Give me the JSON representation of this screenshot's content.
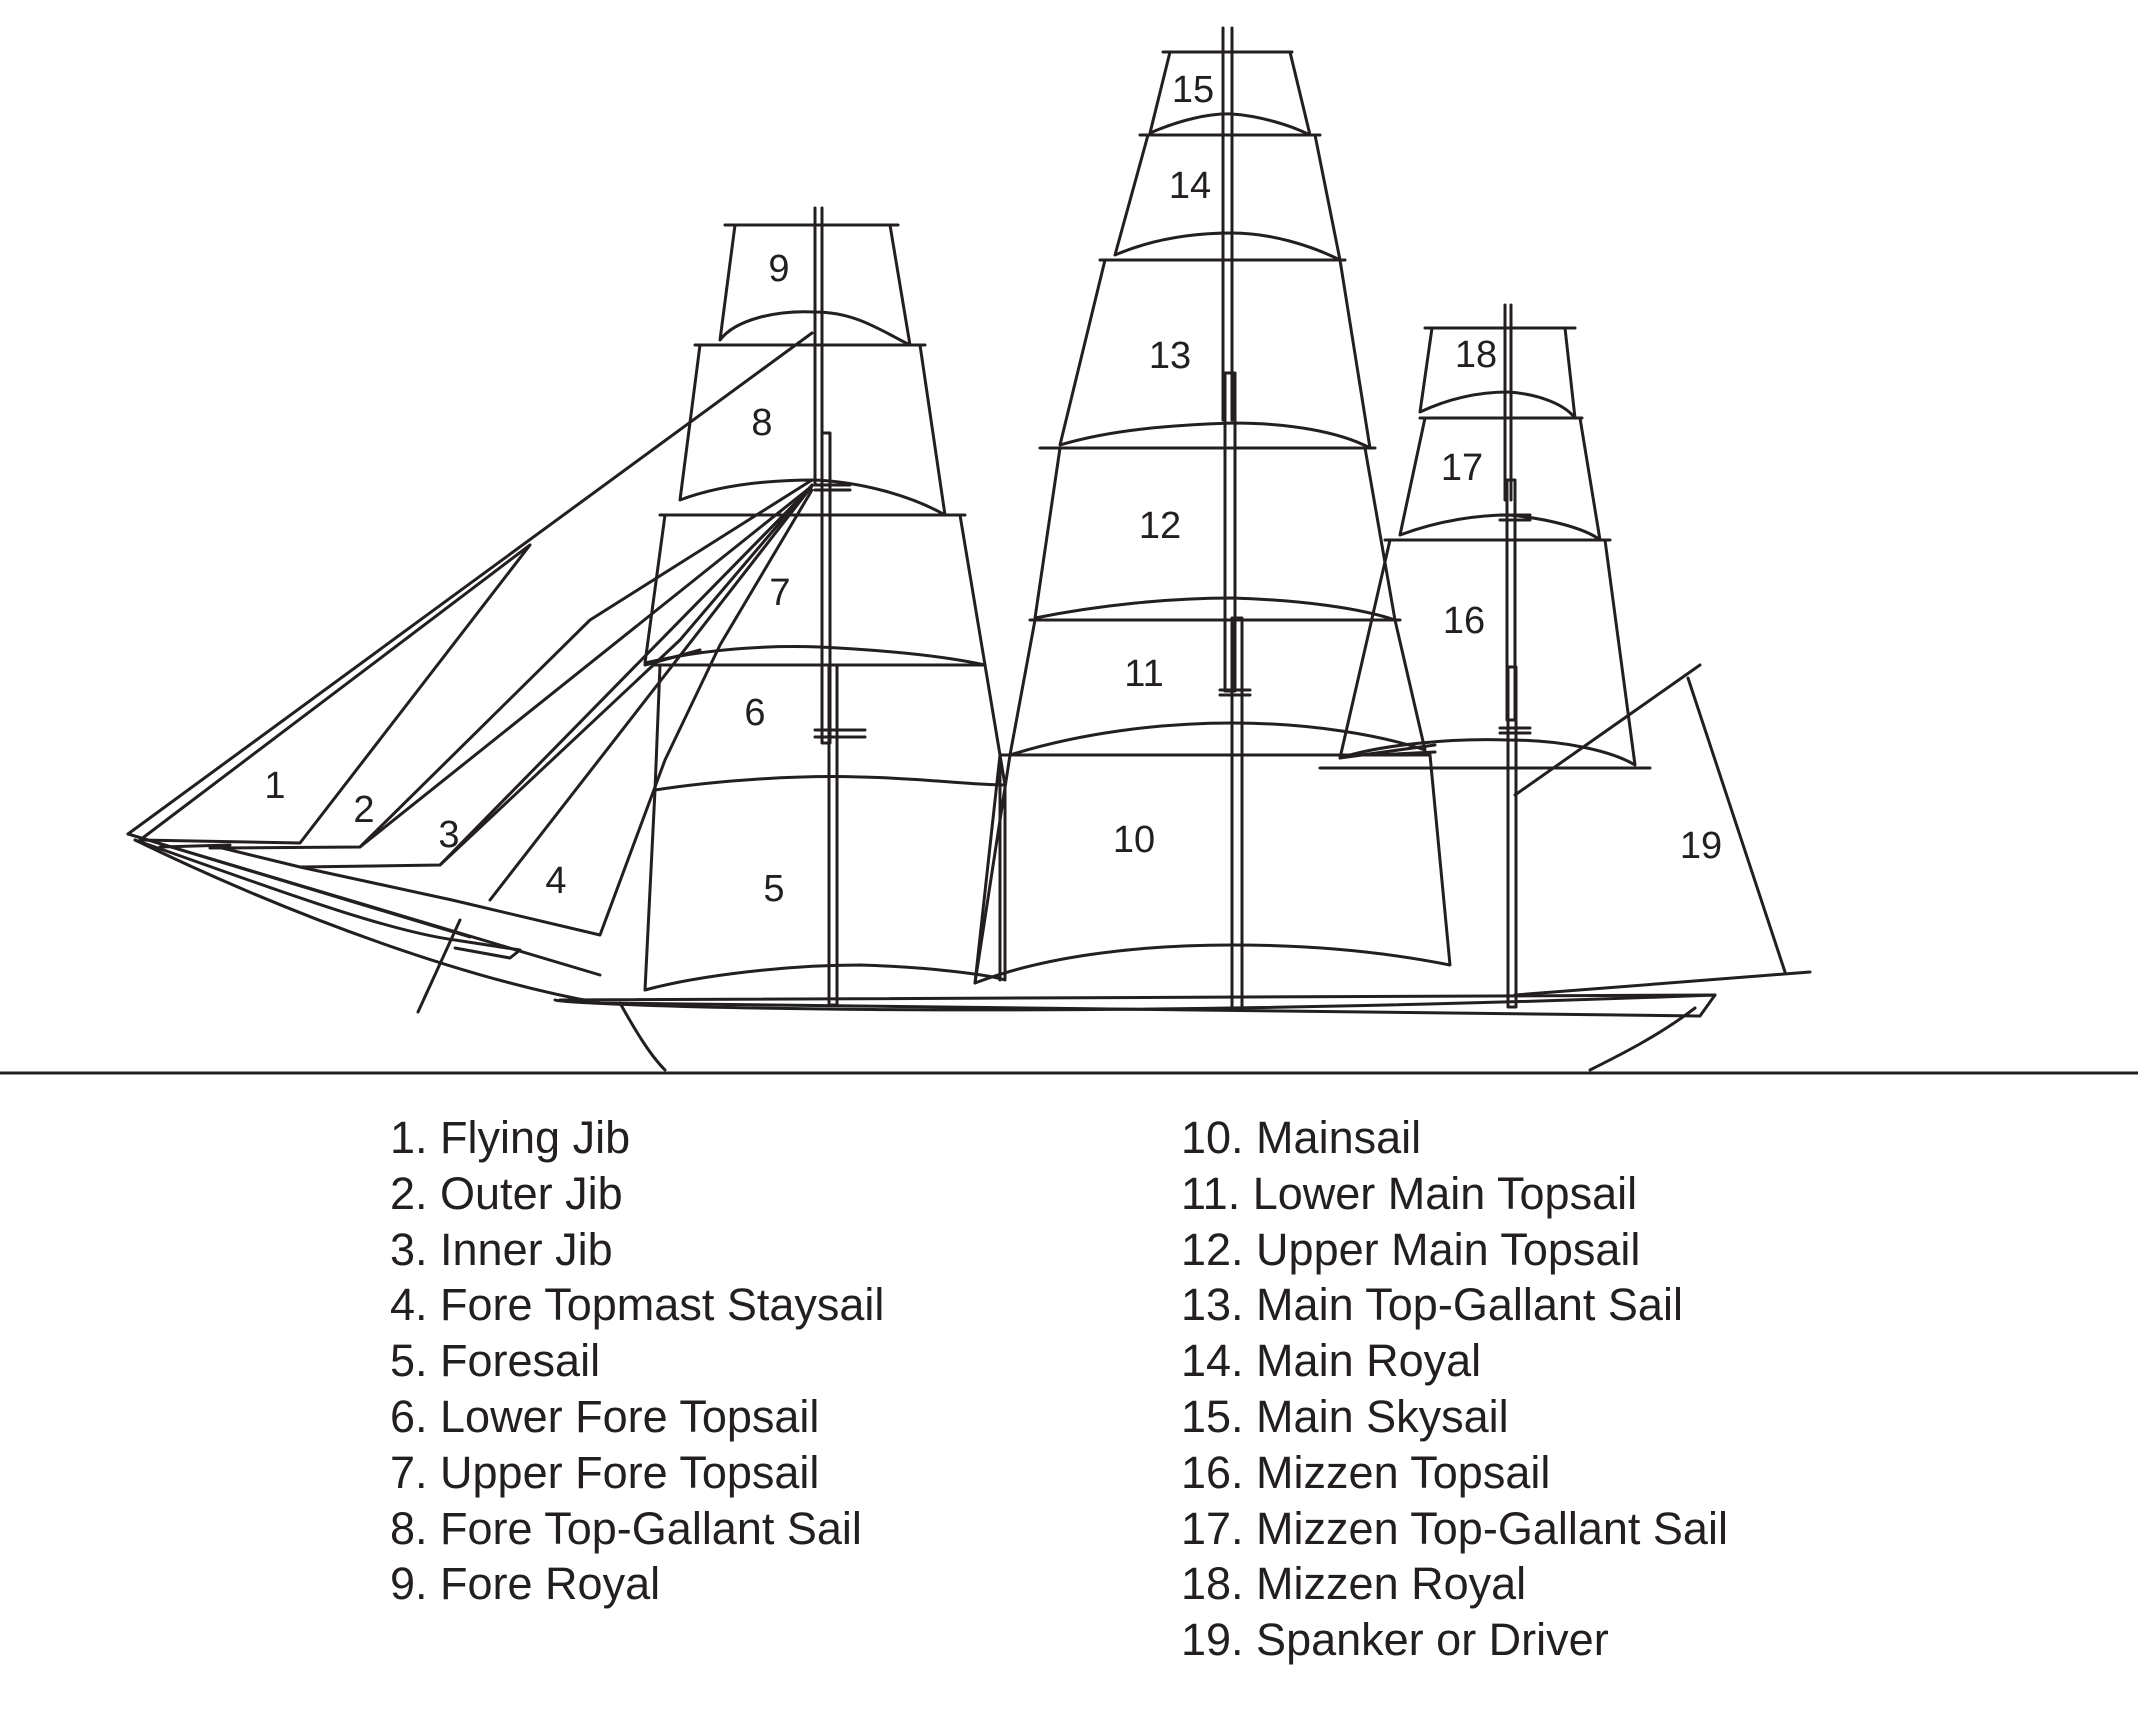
{
  "sail_numbers": [
    "1",
    "2",
    "3",
    "4",
    "5",
    "6",
    "7",
    "8",
    "9",
    "10",
    "11",
    "12",
    "13",
    "14",
    "15",
    "16",
    "17",
    "18",
    "19"
  ],
  "legend": {
    "left": [
      "1. Flying Jib",
      "2. Outer Jib",
      "3. Inner Jib",
      "4. Fore Topmast Staysail",
      "5. Foresail",
      "6. Lower Fore Topsail",
      "7. Upper Fore Topsail",
      "8. Fore Top-Gallant Sail",
      "9. Fore Royal"
    ],
    "right": [
      "10. Mainsail",
      "11. Lower Main Topsail",
      "12. Upper Main Topsail",
      "13. Main Top-Gallant Sail",
      "14. Main Royal",
      "15. Main Skysail",
      "16. Mizzen Topsail",
      "17. Mizzen Top-Gallant Sail",
      "18. Mizzen Royal",
      "19. Spanker or Driver"
    ]
  }
}
